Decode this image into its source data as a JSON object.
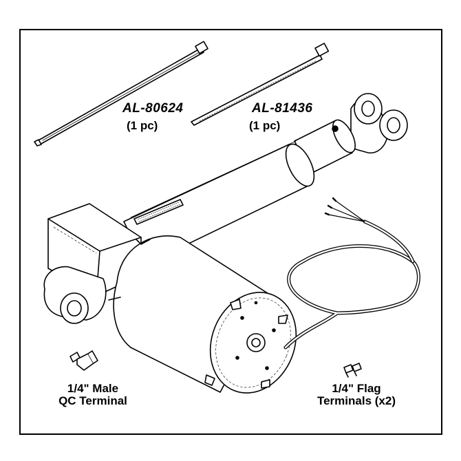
{
  "labels": {
    "tie_a": {
      "part": "AL-80624",
      "qty": "(1 pc)"
    },
    "tie_b": {
      "part": "AL-81436",
      "qty": "(1 pc)"
    },
    "male_terminal": {
      "line1": "1/4\" Male",
      "line2": "QC Terminal"
    },
    "flag_terminal": {
      "line1": "1/4\" Flag",
      "line2": "Terminals (x2)"
    }
  }
}
